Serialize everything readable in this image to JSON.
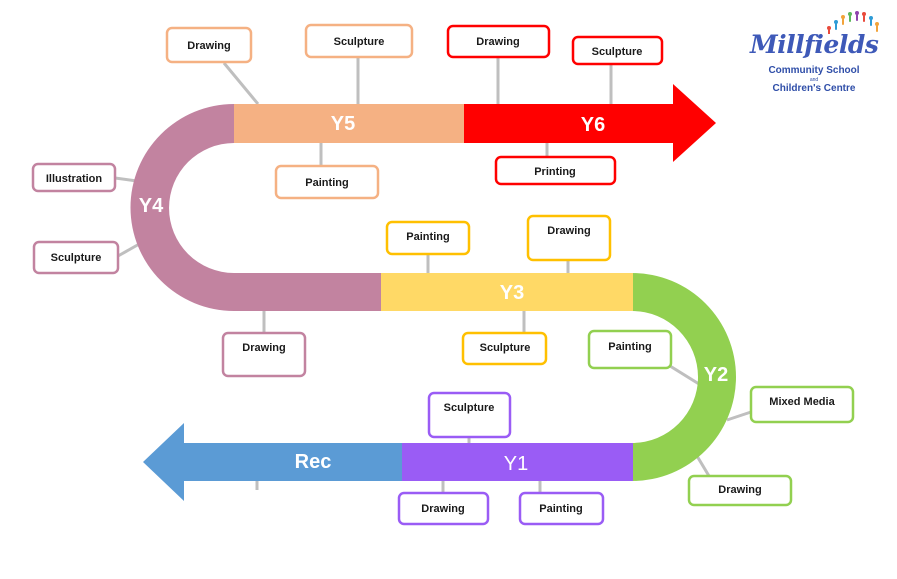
{
  "segments": {
    "y6": "Y6",
    "y5": "Y5",
    "y4": "Y4",
    "y3": "Y3",
    "y2": "Y2",
    "y1": "Y1",
    "rec": "Rec"
  },
  "colors": {
    "y6": "#ff0000",
    "y5": "#f5b183",
    "y4": "#c283a0",
    "y3": "#ffd966",
    "y2": "#92d050",
    "y1": "#9a5cf5",
    "rec": "#5b9bd5",
    "connector": "#bfbfbf",
    "logo_blue": "#3e59b8"
  },
  "year6": {
    "drawing": "Drawing",
    "sculpture": "Sculpture",
    "printing": "Printing"
  },
  "year5": {
    "drawing": "Drawing",
    "sculpture": "Sculpture",
    "painting": "Painting"
  },
  "year4": {
    "illustration": "Illustration",
    "sculpture": "Sculpture",
    "drawing": "Drawing"
  },
  "year3": {
    "painting": "Painting",
    "drawing": "Drawing",
    "sculpture": "Sculpture"
  },
  "year2": {
    "painting": "Painting",
    "mixed_media": "Mixed Media",
    "drawing": "Drawing"
  },
  "year1": {
    "sculpture": "Sculpture",
    "drawing": "Drawing",
    "painting": "Painting"
  },
  "logo": {
    "name": "Millfields",
    "line1": "Community School",
    "and": "and",
    "line2": "Children's Centre"
  }
}
